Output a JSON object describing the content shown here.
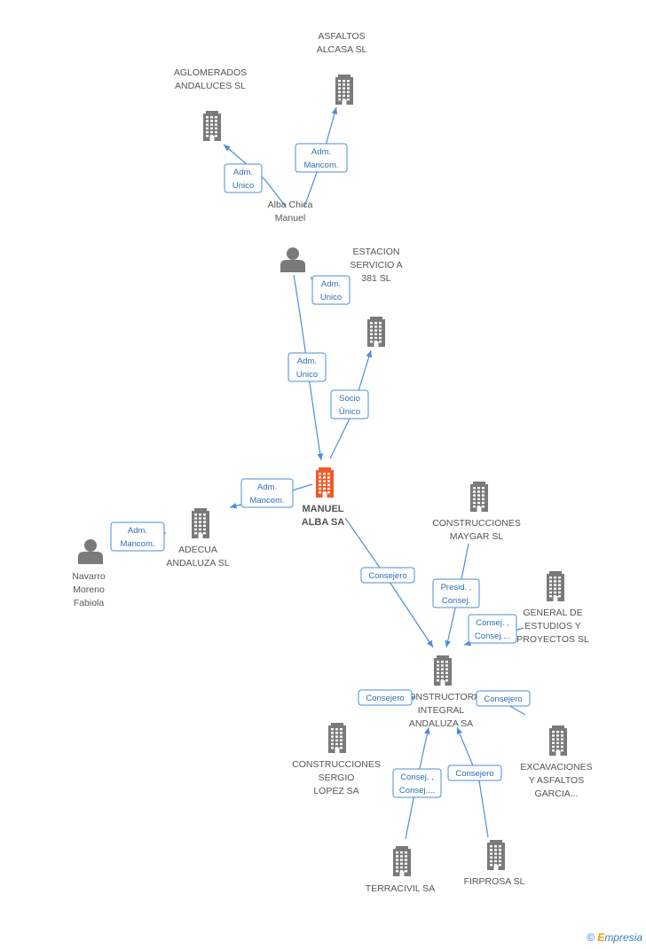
{
  "nodes": [
    {
      "id": "asfaltos",
      "type": "company",
      "lines": [
        "ASFALTOS",
        "ALCASA SL"
      ]
    },
    {
      "id": "aglomerados",
      "type": "company",
      "lines": [
        "AGLOMERADOS",
        "ANDALUCES SL"
      ]
    },
    {
      "id": "alba_chica",
      "type": "person",
      "lines": [
        "Alba Chica",
        "Manuel"
      ]
    },
    {
      "id": "estacion",
      "type": "company",
      "lines": [
        "ESTACION",
        "SERVICIO A",
        "381 SL"
      ]
    },
    {
      "id": "manuel_alba",
      "type": "company-main",
      "lines": [
        "MANUEL",
        "ALBA SA"
      ]
    },
    {
      "id": "adecua",
      "type": "company",
      "lines": [
        "ADECUA",
        "ANDALUZA SL"
      ]
    },
    {
      "id": "navarro",
      "type": "person",
      "lines": [
        "Navarro",
        "Moreno",
        "Fabiola"
      ]
    },
    {
      "id": "maygar",
      "type": "company",
      "lines": [
        "CONSTRUCCIONES",
        "MAYGAR SL"
      ]
    },
    {
      "id": "general",
      "type": "company",
      "lines": [
        "GENERAL DE",
        "ESTUDIOS Y",
        "PROYECTOS SL"
      ]
    },
    {
      "id": "constructora",
      "type": "company",
      "lines": [
        "CONSTRUCTORA",
        "INTEGRAL",
        "ANDALUZA SA"
      ]
    },
    {
      "id": "sergio",
      "type": "company",
      "lines": [
        "CONSTRUCCIONES",
        "SERGIO",
        "LOPEZ SA"
      ]
    },
    {
      "id": "excavaciones",
      "type": "company",
      "lines": [
        "EXCAVACIONES",
        "Y ASFALTOS",
        "GARCIA..."
      ]
    },
    {
      "id": "terracivil",
      "type": "company",
      "lines": [
        "TERRACIVIL SA"
      ]
    },
    {
      "id": "firprosa",
      "type": "company",
      "lines": [
        "FIRPROSA SL"
      ]
    }
  ],
  "edges": [
    {
      "from": "alba_chica",
      "to": "aglomerados",
      "label": [
        "Adm.",
        "Unico"
      ]
    },
    {
      "from": "alba_chica",
      "to": "asfaltos",
      "label": [
        "Adm.",
        "Mancom."
      ]
    },
    {
      "from": "alba_chica",
      "to": "estacion",
      "label": [
        "Adm.",
        "Unico"
      ]
    },
    {
      "from": "alba_chica",
      "to": "manuel_alba",
      "label": [
        "Adm.",
        "Unico"
      ]
    },
    {
      "from": "manuel_alba",
      "to": "estacion",
      "label": [
        "Socio",
        "Único"
      ]
    },
    {
      "from": "manuel_alba",
      "to": "adecua",
      "label": [
        "Adm.",
        "Mancom."
      ]
    },
    {
      "from": "navarro",
      "to": "adecua",
      "label": [
        "Adm.",
        "Mancom."
      ]
    },
    {
      "from": "manuel_alba",
      "to": "constructora",
      "label": [
        "Consejero"
      ]
    },
    {
      "from": "maygar",
      "to": "constructora",
      "label": [
        "Presid. ,",
        "Consej."
      ]
    },
    {
      "from": "general",
      "to": "constructora",
      "label": [
        "Consej. ,",
        "Consej...."
      ]
    },
    {
      "from": "sergio",
      "to": "constructora",
      "label": [
        "Consejero"
      ]
    },
    {
      "from": "excavaciones",
      "to": "constructora",
      "label": [
        "Consejero"
      ]
    },
    {
      "from": "terracivil",
      "to": "constructora",
      "label": [
        "Consej. ,",
        "Consej...."
      ]
    },
    {
      "from": "firprosa",
      "to": "constructora",
      "label": [
        "Consejero"
      ]
    }
  ],
  "colors": {
    "edge": "#4a8fd9",
    "company": "#7a7a7a",
    "main_company": "#f05a28",
    "person": "#7a7a7a"
  },
  "footer": {
    "symbol": "©",
    "brand_initial": "E",
    "brand_rest": "mpresia"
  }
}
